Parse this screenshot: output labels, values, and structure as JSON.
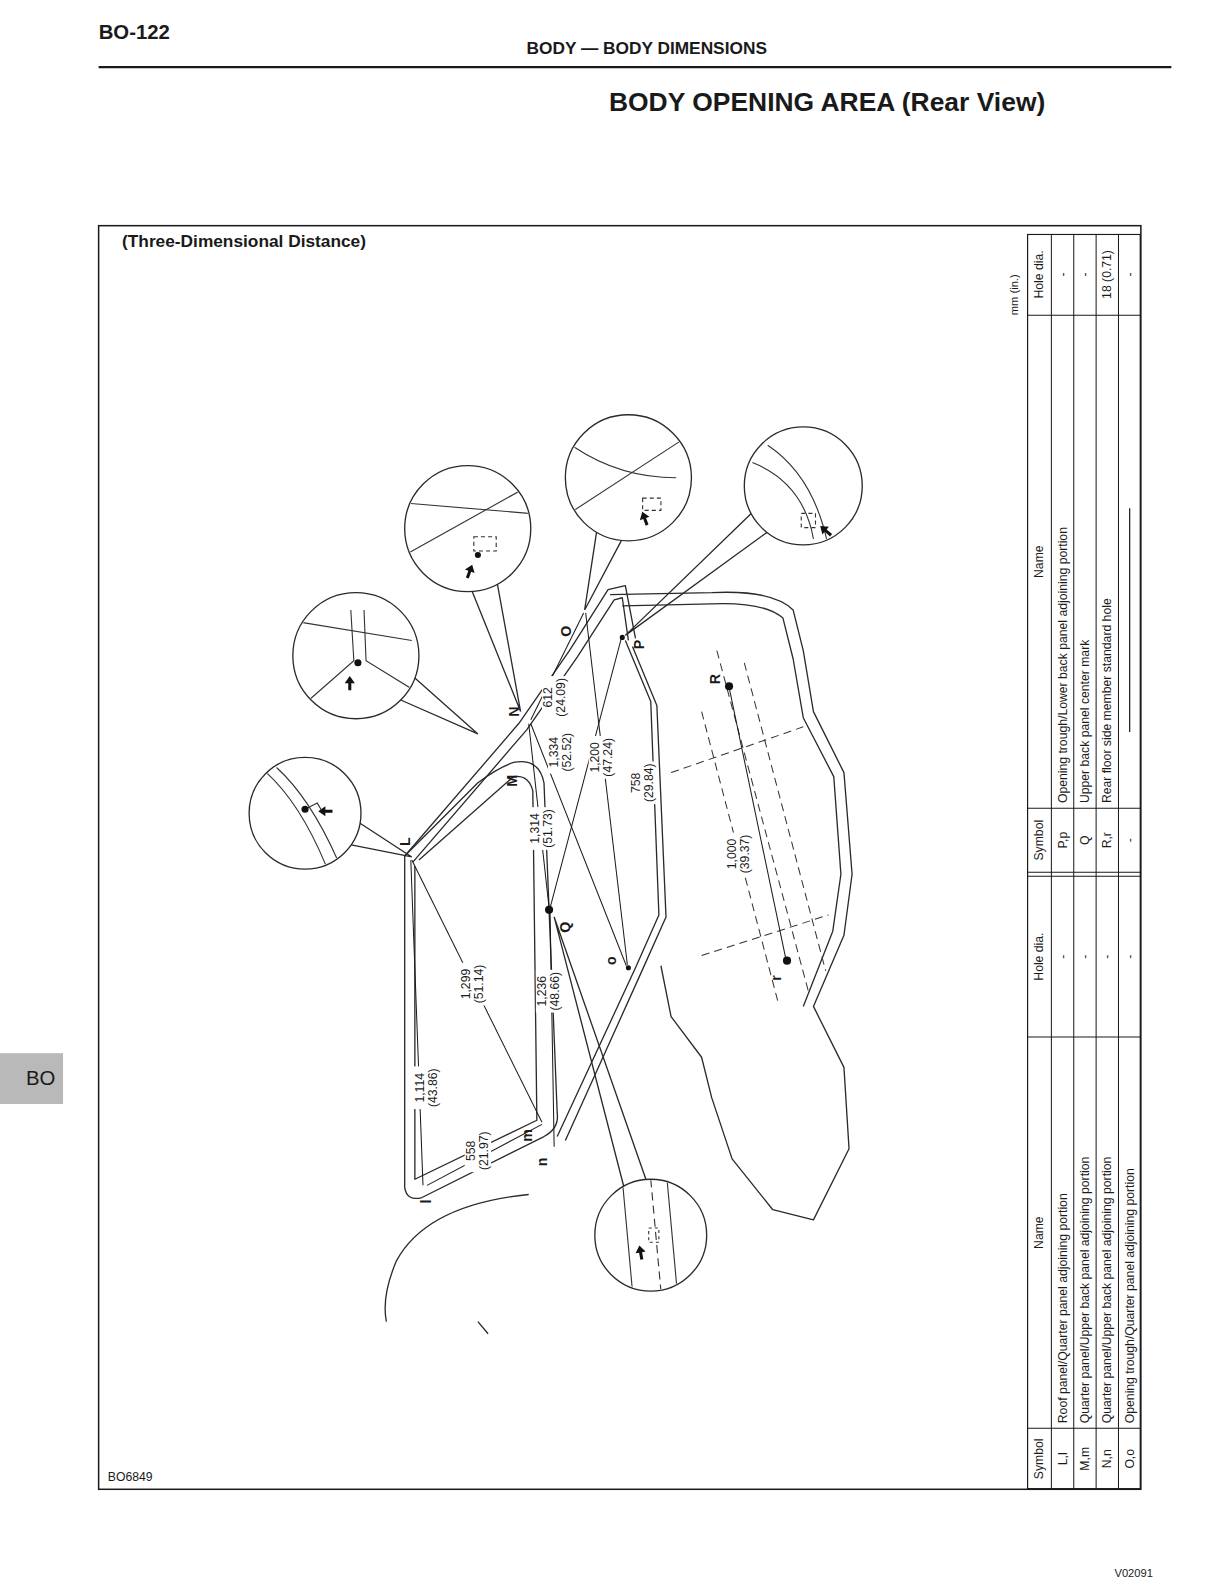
{
  "diagram": {
    "title": "BODY OPENING AREA (Rear View)",
    "labels": [
      "BO-122",
      "BODY — BODY DIMENSIONS",
      "BO",
      "(Three-Dimensional Distance)",
      "mm (in.)",
      "Symbol",
      "Name",
      "Hole dia.",
      "Symbol",
      "Name",
      "Hole dia.",
      "L,l",
      "Roof panel/Quarter panel adjoining portion",
      "-",
      "P,p",
      "Opening trough/Lower back panel adjoining portion",
      "-",
      "M,m",
      "Quarter panel/Upper back panel adjoining portion",
      "-",
      "Q",
      "Upper back panel center mark",
      "-",
      "N,n",
      "Quarter panel/Upper back panel adjoining portion",
      "-",
      "R,r",
      "Rear floor side member standard hole",
      "18 (0.71)",
      "O,o",
      "Opening trough/Quarter panel adjoining portion",
      "-",
      "-",
      "-",
      "L",
      "l",
      "M",
      "m",
      "N",
      "n",
      "O",
      "o",
      "P",
      "Q",
      "R",
      "r",
      "1,114 (43.86)",
      "558 (21.97)",
      "1,299 (51.14)",
      "1,236 (48.66)",
      "1,314 (51.73)",
      "1,334 (52.52)",
      "612 (24.09)",
      "1,200 (47.24)",
      "758 (29.84)",
      "1,000 (39.37)",
      "BO6849",
      "V02091"
    ]
  }
}
